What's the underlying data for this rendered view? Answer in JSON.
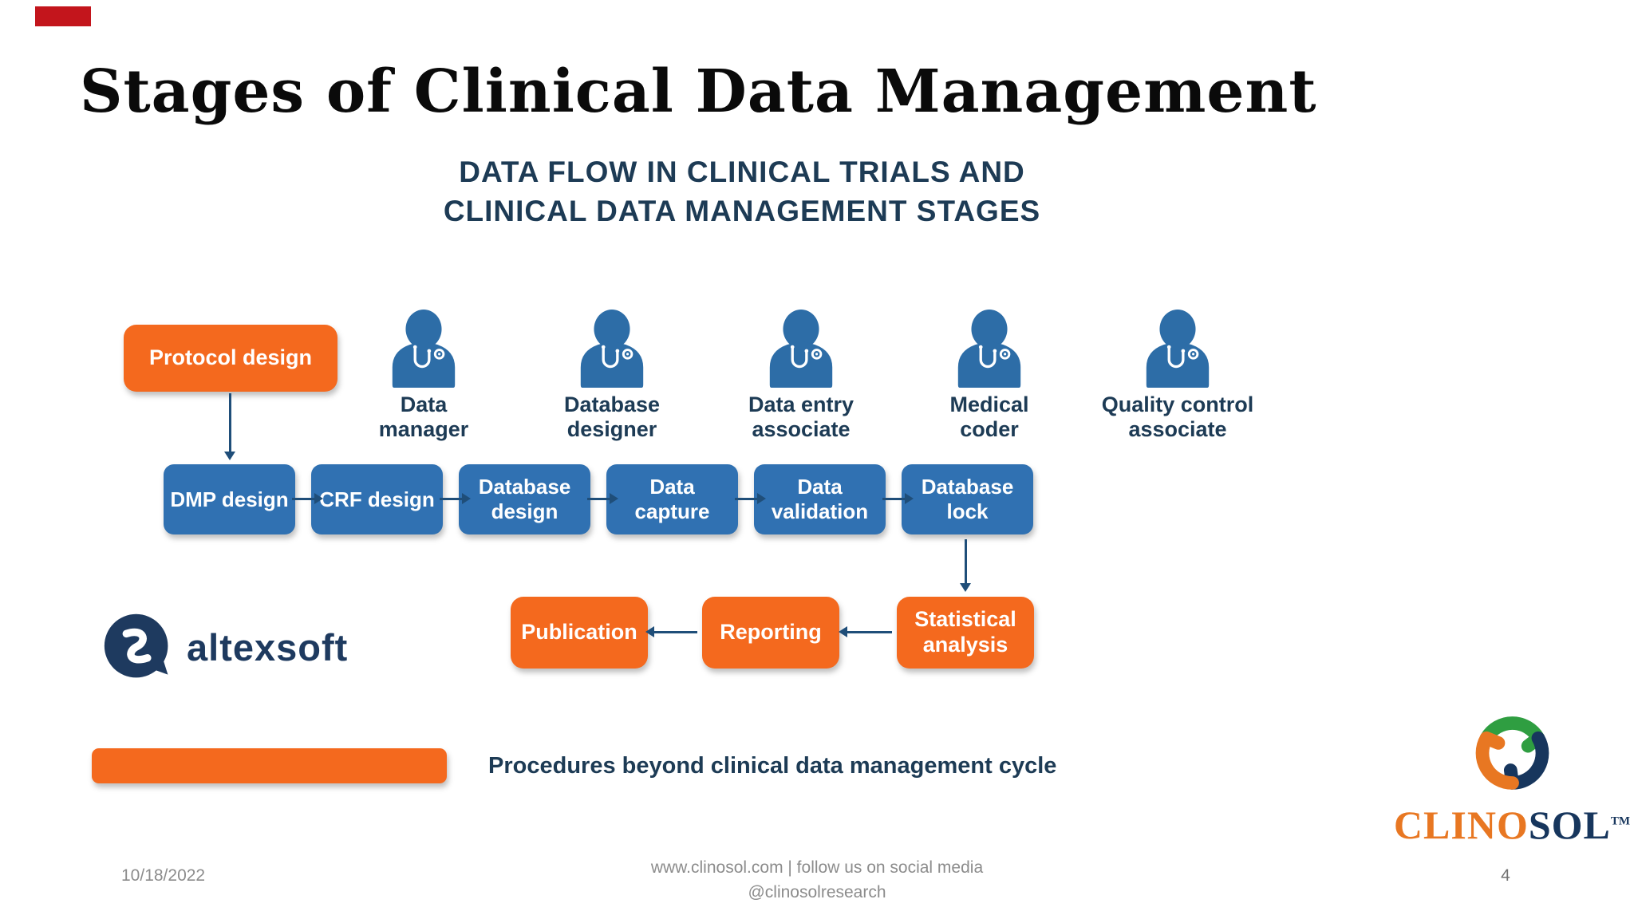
{
  "slide": {
    "title": "Stages of Clinical Data Management",
    "page_number": "4"
  },
  "diagram": {
    "heading": {
      "line1": "DATA FLOW IN CLINICAL TRIALS AND",
      "line2": "CLINICAL DATA MANAGEMENT STAGES"
    },
    "start_box": {
      "label": "Protocol design"
    },
    "roles": [
      {
        "line1": "Data",
        "line2": "manager"
      },
      {
        "line1": "Database",
        "line2": "designer"
      },
      {
        "line1": "Data entry",
        "line2": "associate"
      },
      {
        "line1": "Medical",
        "line2": "coder"
      },
      {
        "line1": "Quality control",
        "line2": "associate"
      }
    ],
    "flow": [
      {
        "line1": "DMP design",
        "line2": ""
      },
      {
        "line1": "CRF design",
        "line2": ""
      },
      {
        "line1": "Database",
        "line2": "design"
      },
      {
        "line1": "Data",
        "line2": "capture"
      },
      {
        "line1": "Data",
        "line2": "validation"
      },
      {
        "line1": "Database",
        "line2": "lock"
      }
    ],
    "bottom": [
      {
        "line1": "Publication",
        "line2": ""
      },
      {
        "line1": "Reporting",
        "line2": ""
      },
      {
        "line1": "Statistical",
        "line2": "analysis"
      }
    ]
  },
  "legend": {
    "label": "Procedures beyond clinical data management cycle"
  },
  "logos": {
    "altexsoft": {
      "wordmark": "altexsoft"
    },
    "clinosol": {
      "name_left": "CLINO",
      "name_right": "SOL",
      "tm": "TM"
    }
  },
  "footer": {
    "date": "10/18/2022",
    "center_line1": "www.clinosol.com | follow us on social media",
    "center_line2": "@clinosolresearch",
    "page_number": "4"
  },
  "colors": {
    "accent_orange": "#f4691e",
    "accent_blue": "#3071b2",
    "navy_text": "#1d3b55",
    "arrow_navy": "#1f4e79",
    "red_marker": "#c3151c",
    "footer_gray": "#8c8c8c",
    "clinosol_orange": "#e87722",
    "clinosol_navy": "#17365d",
    "clinosol_green": "#2f9e41"
  }
}
